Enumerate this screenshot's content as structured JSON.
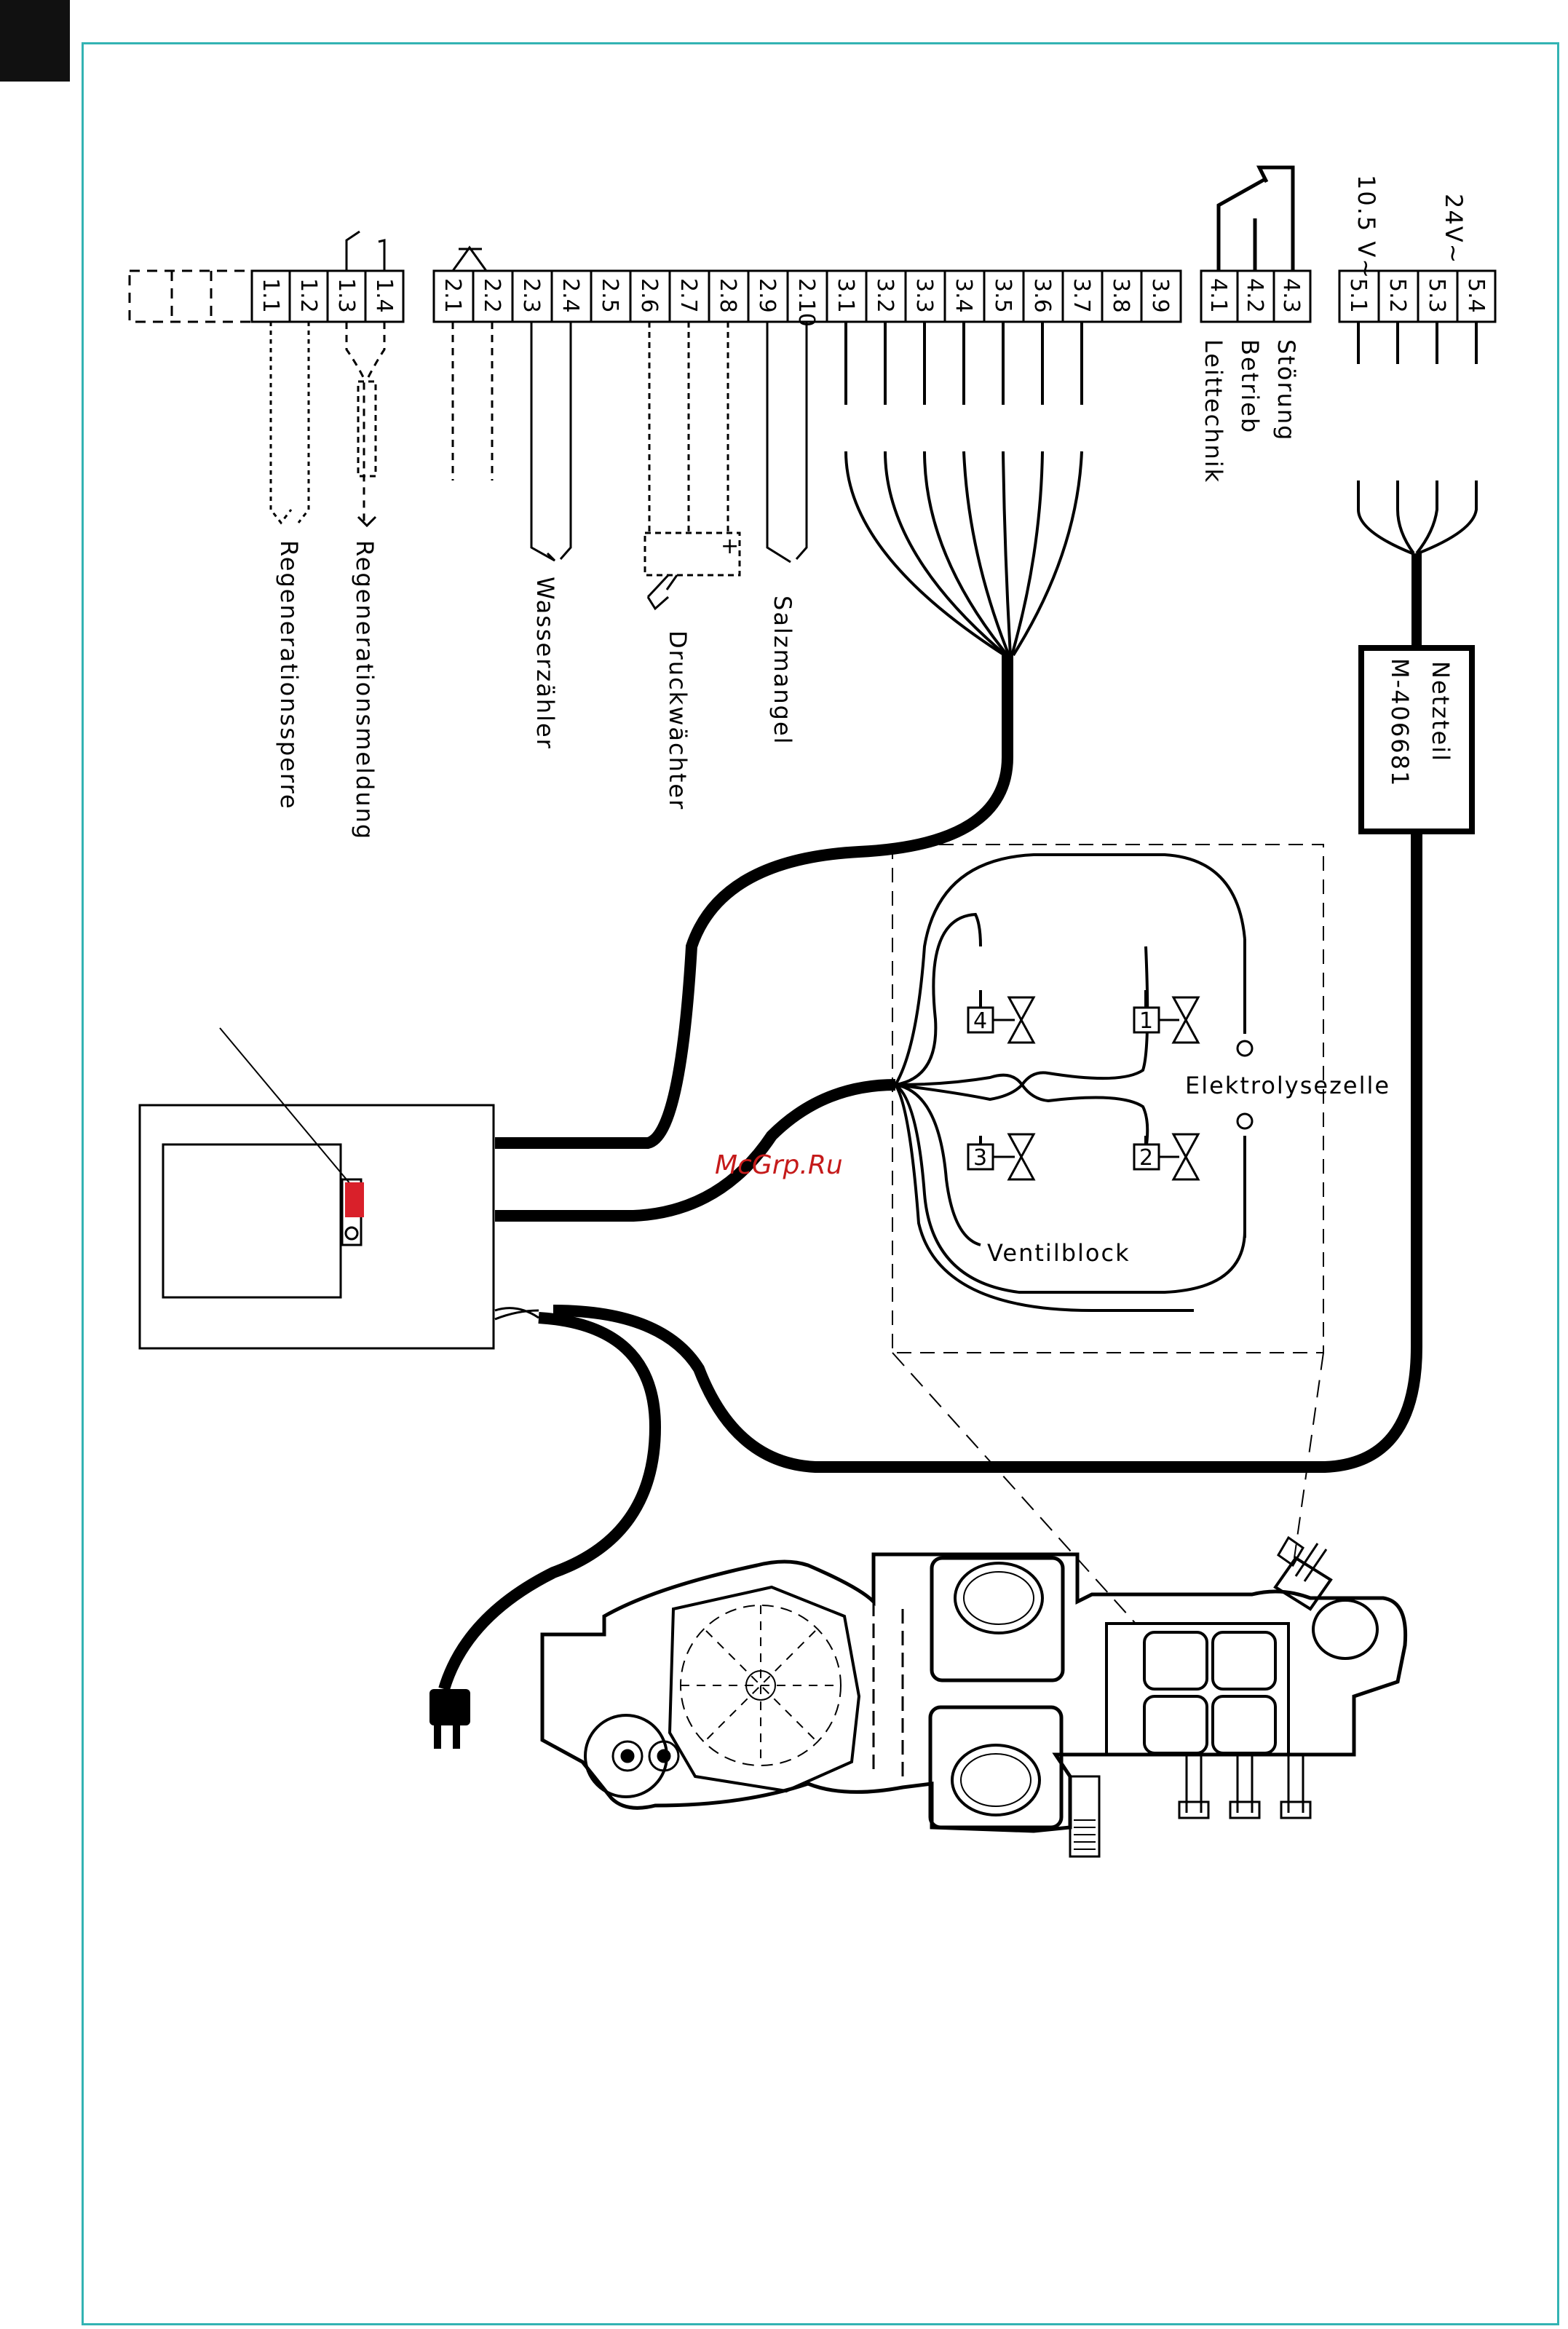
{
  "terminals": {
    "group1": [
      "1.1",
      "1.2",
      "1.3",
      "1.4"
    ],
    "group2": [
      "2.1",
      "2.2",
      "2.3",
      "2.4",
      "2.5",
      "2.6",
      "2.7",
      "2.8",
      "2.9",
      "2.10"
    ],
    "group3": [
      "3.1",
      "3.2",
      "3.3",
      "3.4",
      "3.5",
      "3.6",
      "3.7",
      "3.8",
      "3.9"
    ],
    "group4": [
      "4.1",
      "4.2",
      "4.3"
    ],
    "group5": [
      "5.1",
      "5.2",
      "5.3",
      "5.4"
    ]
  },
  "labels": {
    "regenerationssperre": "Regenerationssperre",
    "regenerationsmeldung": "Regenerationsmeldung",
    "wasserzaehler": "Wasserzähler",
    "druckwaechter": "Druckwächter",
    "salzmangel": "Salzmangel",
    "leittechnik": "Leittechnik",
    "betrieb": "Betrieb",
    "stoerung": "Störung",
    "voltage_low": "10.5 V~",
    "voltage_high": "24V~",
    "netzteil": "Netzteil",
    "netzteil_model": "M-406681",
    "elektrolysezelle": "Elektrolysezelle",
    "ventilblock": "Ventilblock",
    "valve_numbers": [
      "1",
      "2",
      "3",
      "4"
    ],
    "watermark": "McGrp.Ru",
    "pressure_plus": "+"
  },
  "colors": {
    "frame": "#33b3b3",
    "corner_block": "#111111",
    "highlight": "#d9202a",
    "ink": "#000000"
  }
}
